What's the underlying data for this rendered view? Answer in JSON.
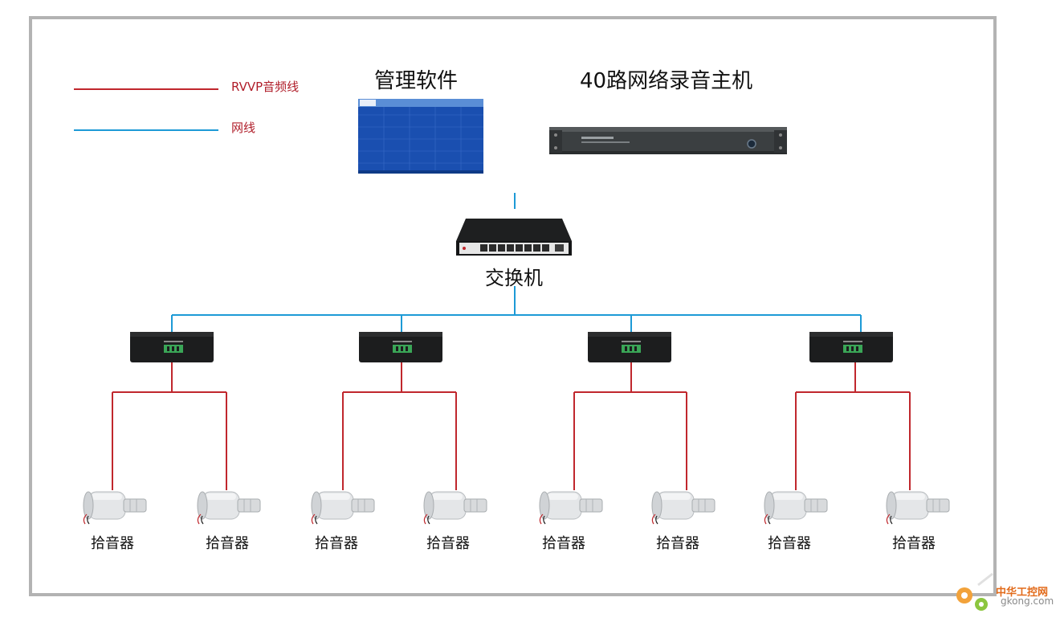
{
  "legend": {
    "rvvp_label": "RVVP音频线",
    "network_label": "网线",
    "rvvp_color": "#c0272d",
    "network_color": "#1d9ad6"
  },
  "nodes": {
    "software_title": "管理软件",
    "host_title": "40路网络录音主机",
    "switch_label": "交换机",
    "mic_label": "拾音器"
  },
  "watermark": {
    "brand": "中华工控网",
    "domain": "gkong.com"
  }
}
